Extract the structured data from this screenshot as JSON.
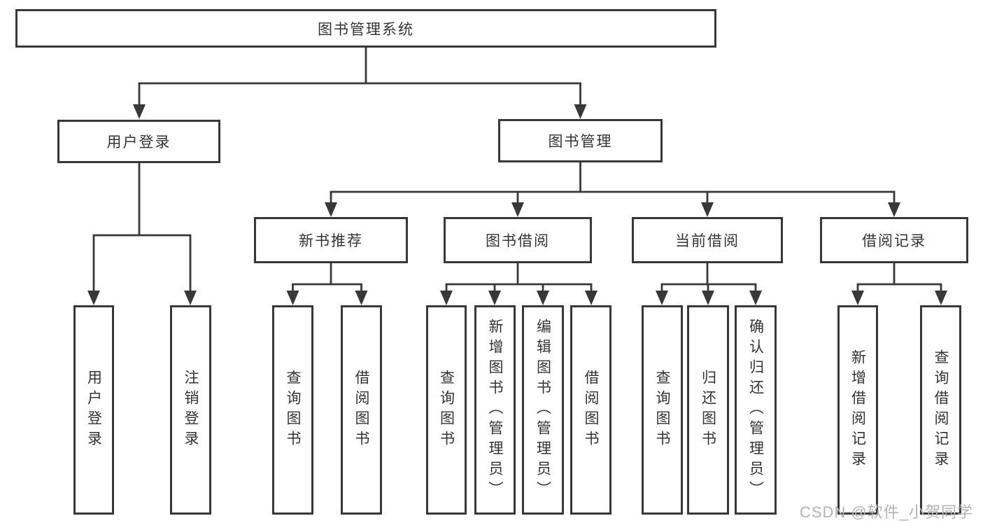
{
  "colors": {
    "line": "#383838",
    "box_border": "#383838",
    "text": "#333333",
    "watermark": "#b3b3b3",
    "background": "#ffffff"
  },
  "watermark": {
    "text": "CSDN @软件_小贺同学"
  },
  "tree": {
    "label": "图书管理系统",
    "children": [
      {
        "label": "用户登录",
        "children": [
          {
            "label": "用户登录"
          },
          {
            "label": "注销登录"
          }
        ]
      },
      {
        "label": "图书管理",
        "children": [
          {
            "label": "新书推荐",
            "children": [
              {
                "label": "查询图书"
              },
              {
                "label": "借阅图书"
              }
            ]
          },
          {
            "label": "图书借阅",
            "children": [
              {
                "label": "查询图书"
              },
              {
                "label": "新增图书（管理员）"
              },
              {
                "label": "编辑图书（管理员）"
              },
              {
                "label": "借阅图书"
              }
            ]
          },
          {
            "label": "当前借阅",
            "children": [
              {
                "label": "查询图书"
              },
              {
                "label": "归还图书"
              },
              {
                "label": "确认归还（管理员）"
              }
            ]
          },
          {
            "label": "借阅记录",
            "children": [
              {
                "label": "新增借阅记录"
              },
              {
                "label": "查询借阅记录"
              }
            ]
          }
        ]
      }
    ]
  }
}
